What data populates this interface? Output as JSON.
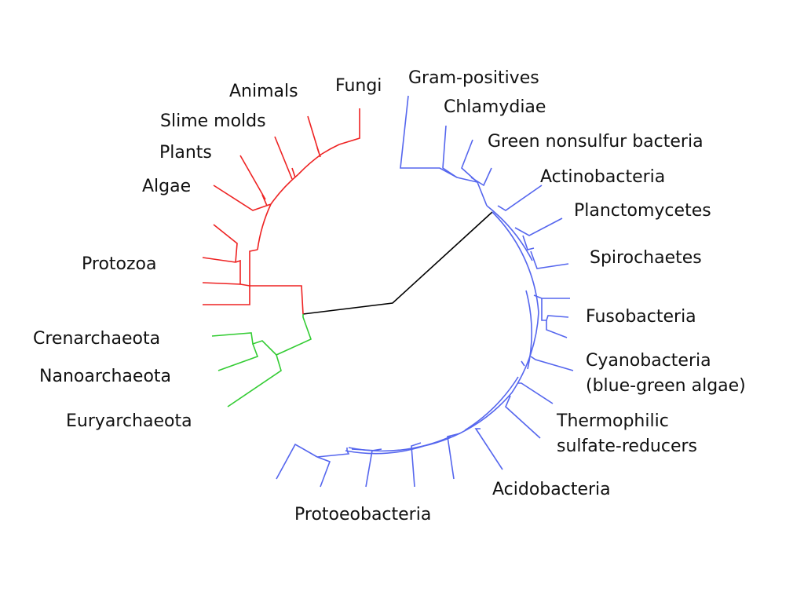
{
  "groups": {
    "eukaryota": {
      "color": "#ee2222",
      "labels": {
        "fungi": "Fungi",
        "animals": "Animals",
        "slime_molds": "Slime molds",
        "plants": "Plants",
        "algae": "Algae",
        "protozoa": "Protozoa"
      }
    },
    "archaea": {
      "color": "#33cc33",
      "labels": {
        "crenarchaeota": "Crenarchaeota",
        "nanoarchaeota": "Nanoarchaeota",
        "euryarchaeota": "Euryarchaeota"
      }
    },
    "bacteria": {
      "color": "#5566ee",
      "labels": {
        "gram_positives": "Gram-positives",
        "chlamydiae": "Chlamydiae",
        "green_nonsulfur": "Green nonsulfur bacteria",
        "actinobacteria": "Actinobacteria",
        "planctomycetes": "Planctomycetes",
        "spirochaetes": "Spirochaetes",
        "fusobacteria": "Fusobacteria",
        "cyanobacteria_line1": "Cyanobacteria",
        "cyanobacteria_line2": "(blue-green algae)",
        "thermophilic_line1": "Thermophilic",
        "thermophilic_line2": "sulfate-reducers",
        "acidobacteria": "Acidobacteria",
        "proteobacteria": "Protoeobacteria"
      }
    }
  },
  "root_color": "#000000"
}
